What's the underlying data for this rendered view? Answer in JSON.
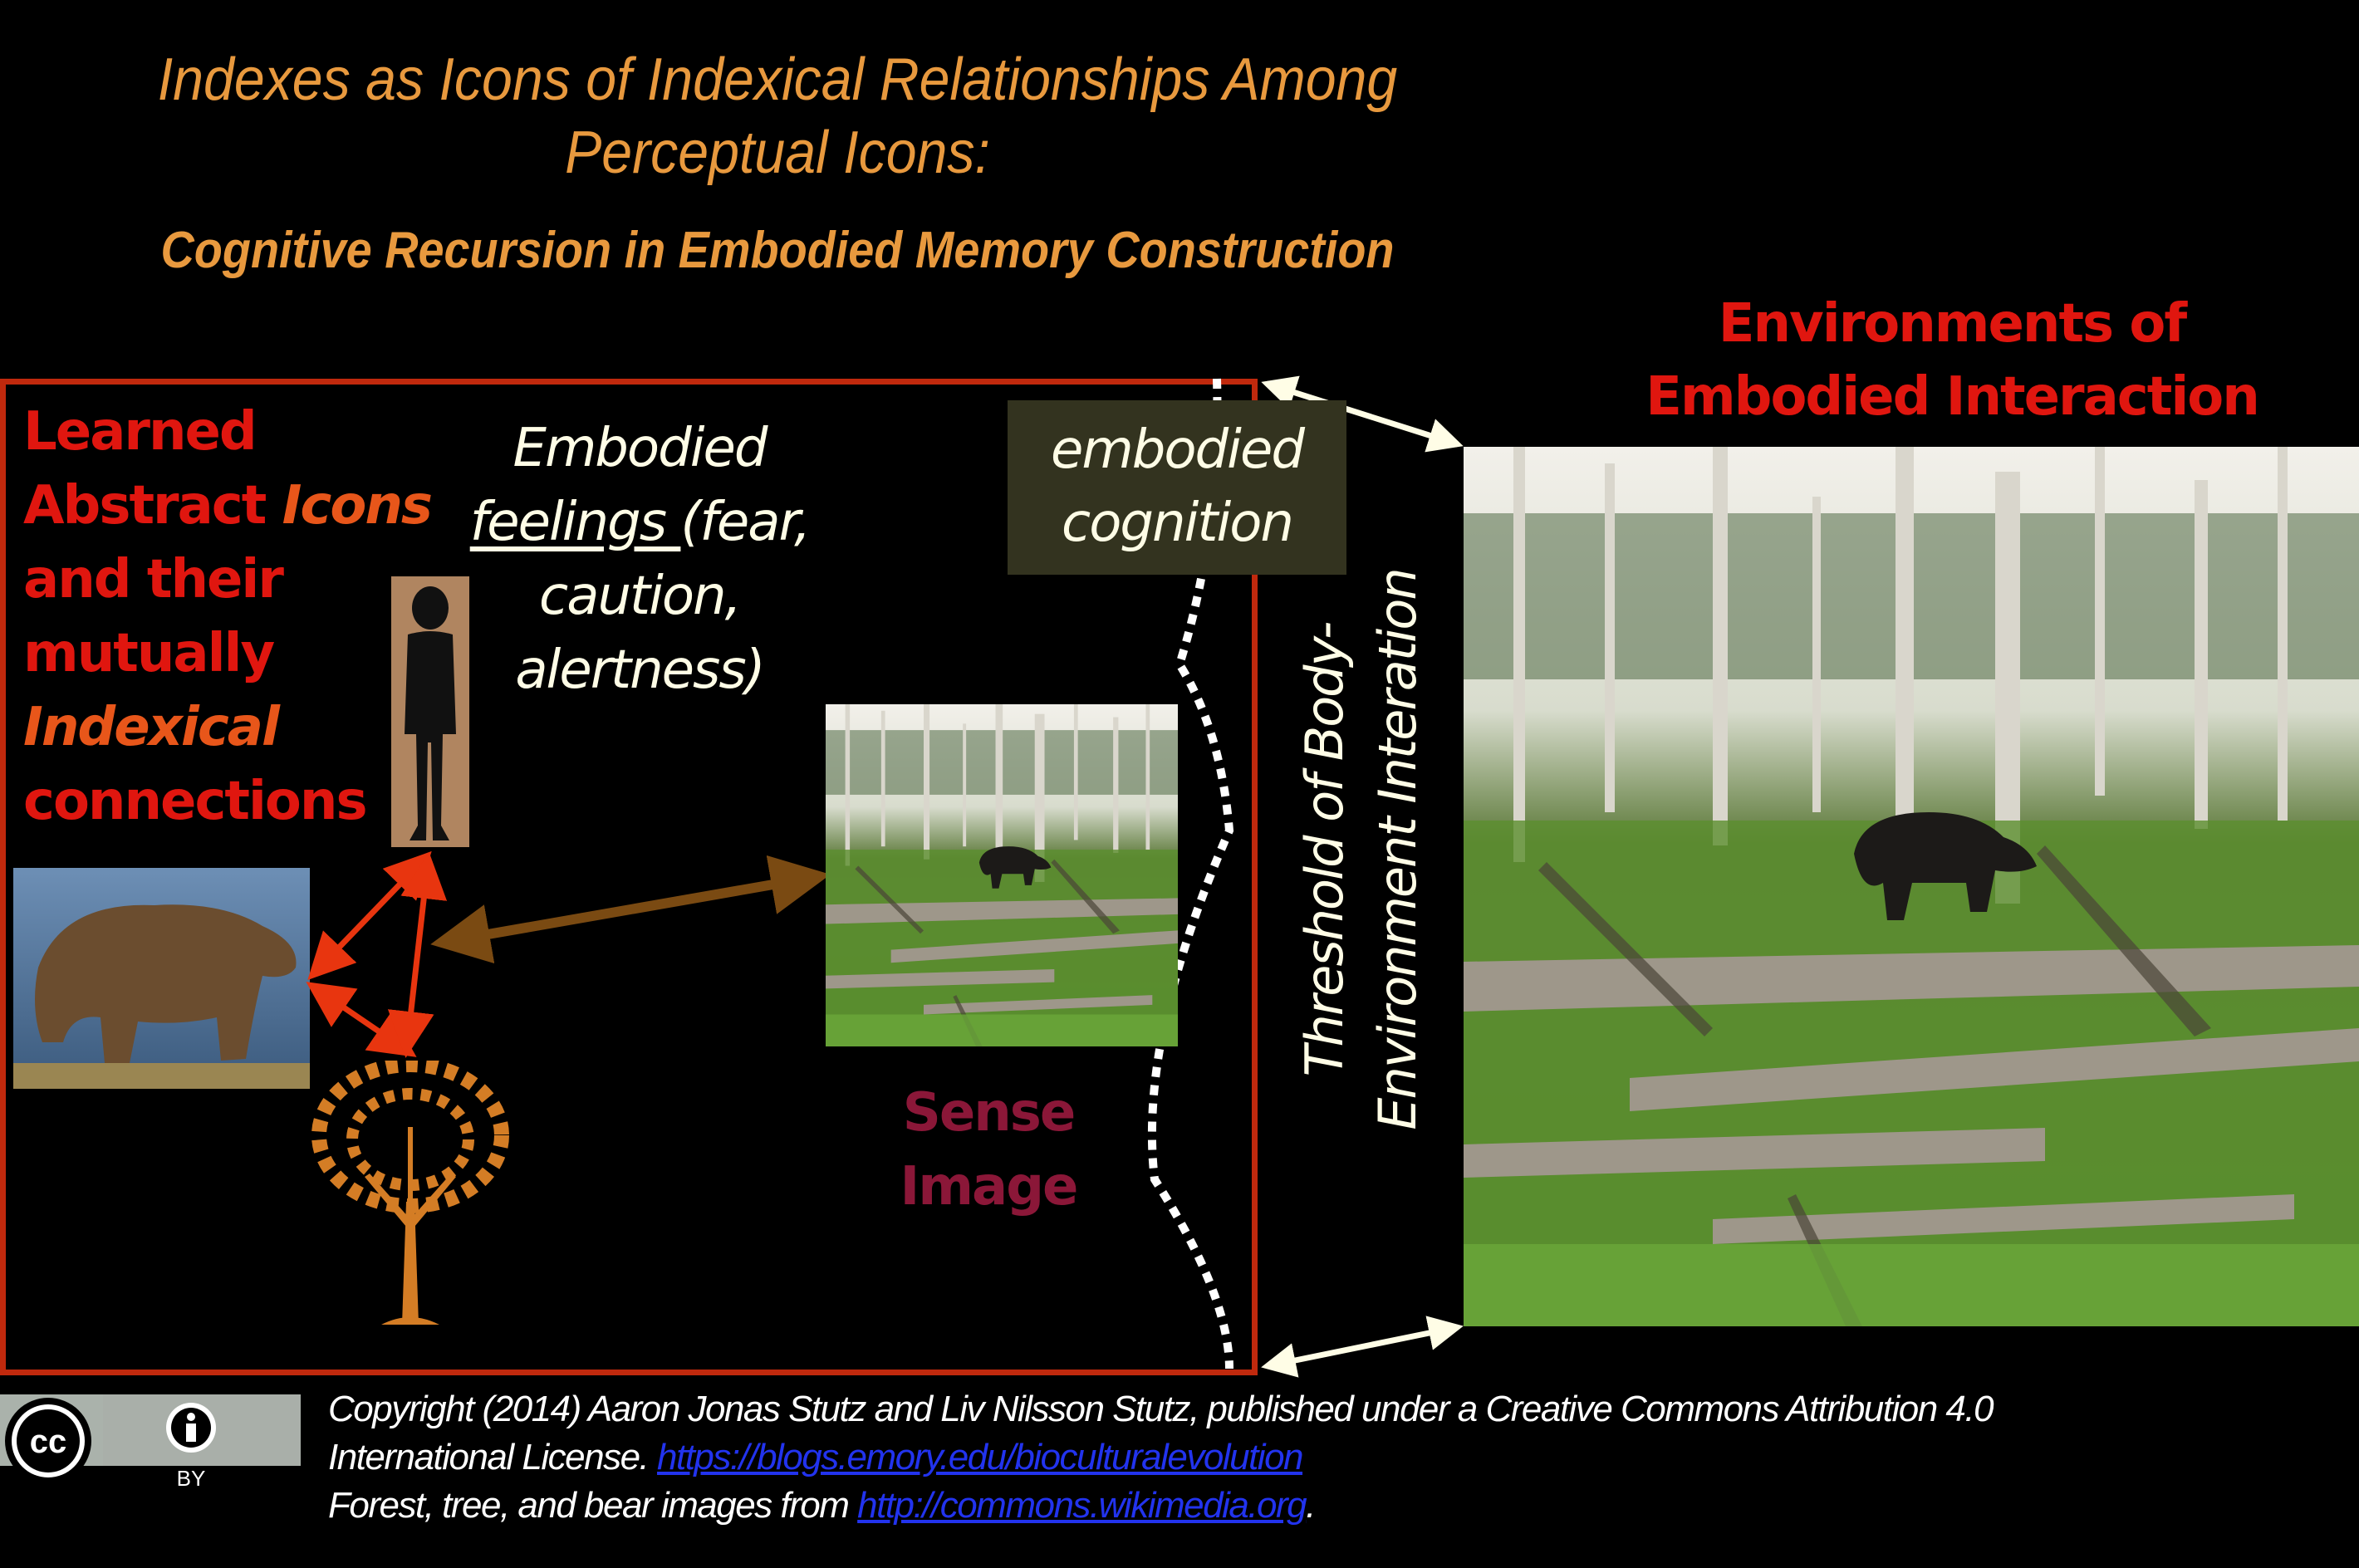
{
  "title": {
    "line1": "Indexes as Icons of Indexical Relationships Among",
    "line2": "Perceptual Icons:",
    "subtitle": "Cognitive Recursion in Embodied Memory Construction"
  },
  "left_panel": {
    "lines": [
      {
        "a": "Learned",
        "b": ""
      },
      {
        "a": "Abstract ",
        "b": "Icons"
      },
      {
        "a": "and their",
        "b": ""
      },
      {
        "a": "mutually",
        "b": ""
      },
      {
        "a": "",
        "b": "Indexical"
      },
      {
        "a": "connections",
        "b": ""
      }
    ]
  },
  "feelings": {
    "line1": "Embodied",
    "line2_underlined": "feelings ",
    "line2_rest": " (fear,",
    "line3": "caution,",
    "line4": "alertness)"
  },
  "cognition_box": {
    "line1": "embodied",
    "line2": "cognition"
  },
  "sense_image": {
    "line1": "Sense",
    "line2": "Image"
  },
  "threshold": {
    "line1": "Threshold of Body-",
    "line2": "Environment Interation"
  },
  "environments": {
    "line1": "Environments of",
    "line2": "Embodied Interaction"
  },
  "footer": {
    "line1": "Copyright (2014) Aaron Jonas Stutz and Liv Nilsson Stutz, published under a Creative Commons Attribution 4.0",
    "line2_prefix": "International License. ",
    "link1": "https://blogs.emory.edu/bioculturalevolution ",
    "line3_prefix": "Forest, tree, and bear images from ",
    "link2": "http://commons.wikimedia.org",
    "line3_suffix": ".",
    "badge_by": "BY",
    "badge_cc": "cc"
  },
  "colors": {
    "accent_orange": "#e8993e",
    "red": "#e0160f",
    "box_red": "#c0290d",
    "link": "#2233ee",
    "sense": "#8b1738"
  }
}
